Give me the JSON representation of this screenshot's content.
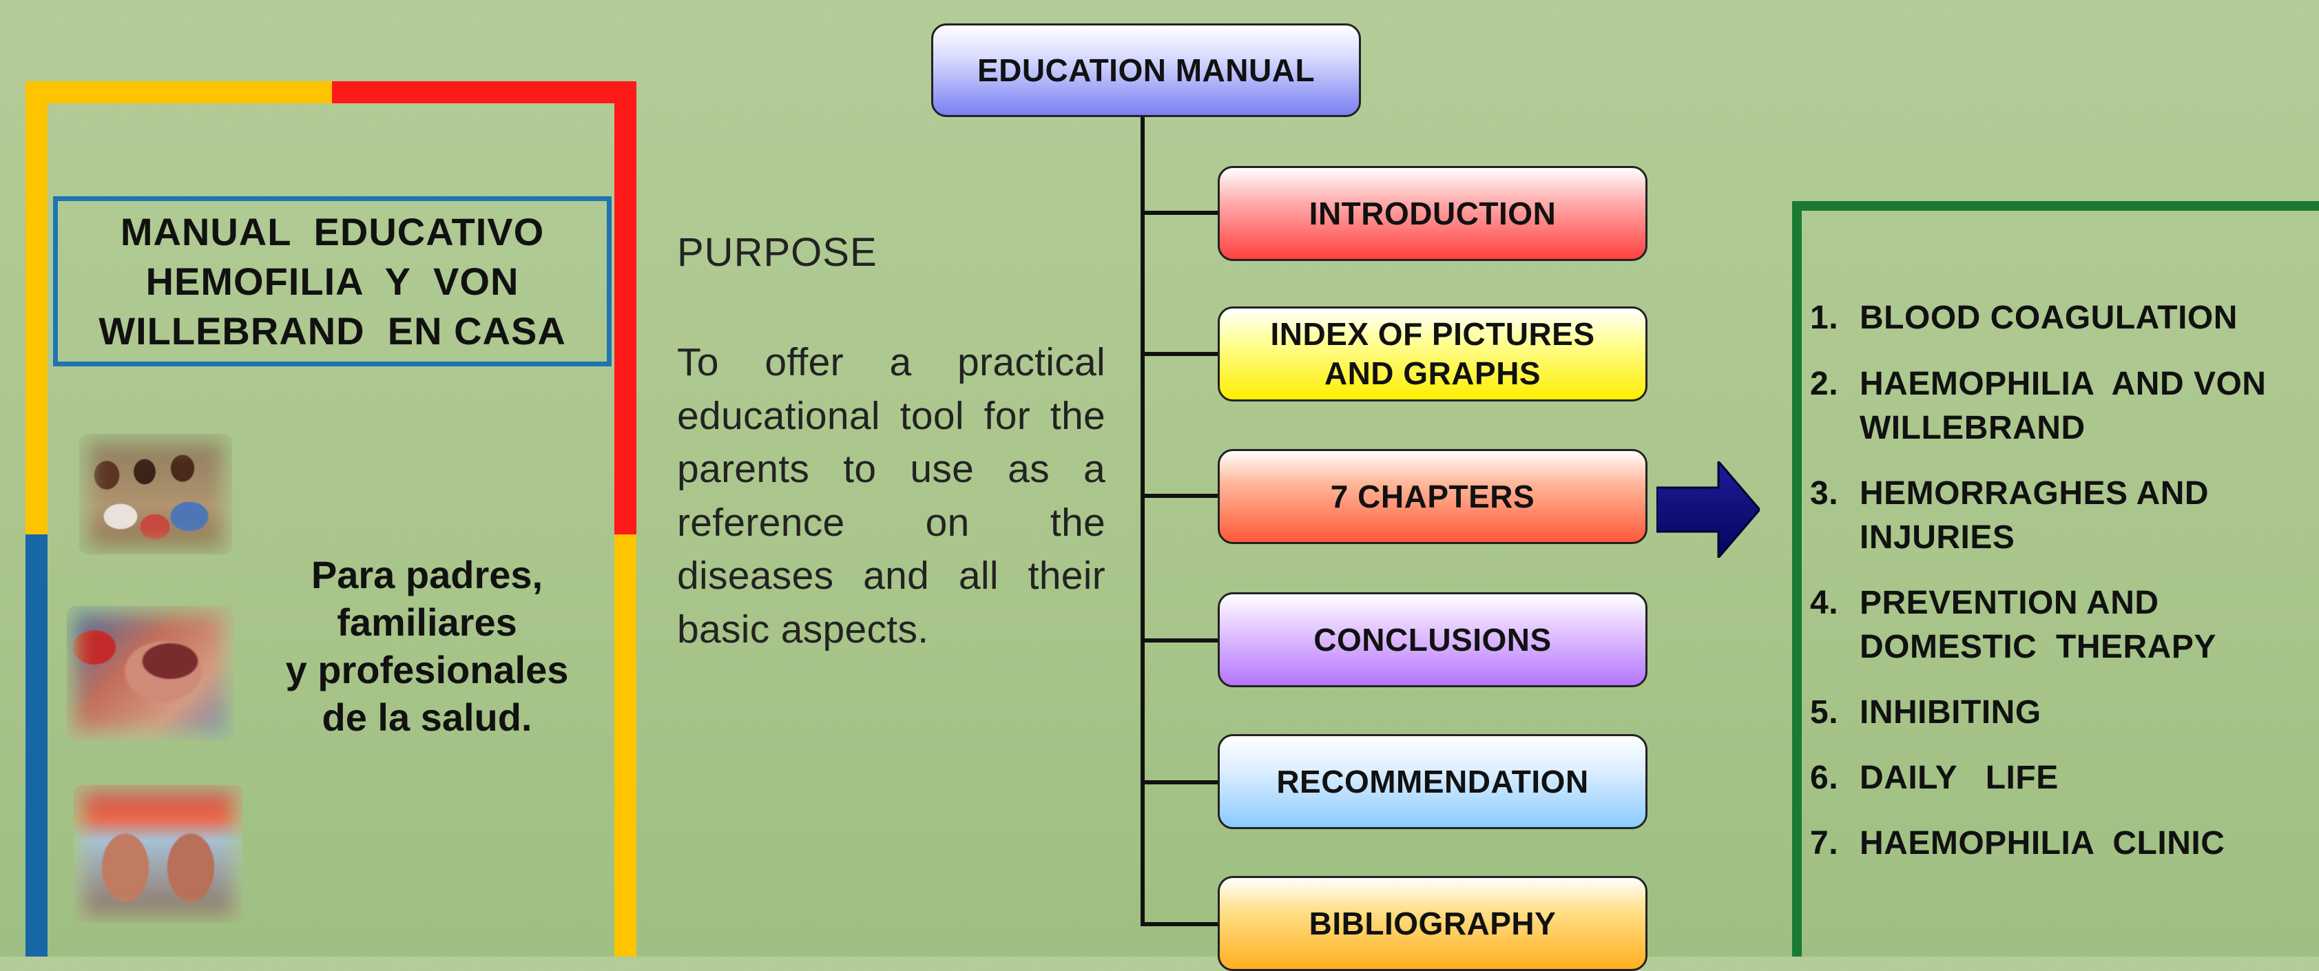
{
  "left_panel": {
    "title_lines": [
      "MANUAL  EDUCATIVO",
      "HEMOFILIA  Y  VON",
      "WILLEBRAND  EN CASA"
    ],
    "caption_lines": [
      "Para padres,",
      "familiares",
      "y profesionales",
      "de la salud."
    ],
    "border_colors": {
      "yellow": "#ffc400",
      "red": "#ff1a1a",
      "blue": "#1766a6"
    }
  },
  "purpose": {
    "title": "PURPOSE",
    "body": "To offer a practical educational tool for the parents to use as a reference on the diseases and all their basic aspects."
  },
  "tree": {
    "root": "EDUCATION MANUAL",
    "children": [
      {
        "label": "INTRODUCTION",
        "color": "#ff4040"
      },
      {
        "label": "INDEX OF PICTURES\nAND GRAPHS",
        "color": "#ffee00"
      },
      {
        "label": "7 CHAPTERS",
        "color": "#ff5a3a"
      },
      {
        "label": "CONCLUSIONS",
        "color": "#b575ff"
      },
      {
        "label": "RECOMMENDATION",
        "color": "#8ccaff"
      },
      {
        "label": "BIBLIOGRAPHY",
        "color": "#ffb020"
      }
    ],
    "arrow_color": "#0a0a78"
  },
  "chapters": [
    {
      "num": "1.",
      "text": "BLOOD COAGULATION"
    },
    {
      "num": "2.",
      "text": "HAEMOPHILIA  AND VON\nWILLEBRAND"
    },
    {
      "num": "3.",
      "text": "HEMORRAGHES AND\nINJURIES"
    },
    {
      "num": "4.",
      "text": "PREVENTION AND\nDOMESTIC  THERAPY"
    },
    {
      "num": "5.",
      "text": "INHIBITING"
    },
    {
      "num": "6.",
      "text": "DAILY   LIFE"
    },
    {
      "num": "7.",
      "text": "HAEMOPHILIA  CLINIC"
    }
  ]
}
